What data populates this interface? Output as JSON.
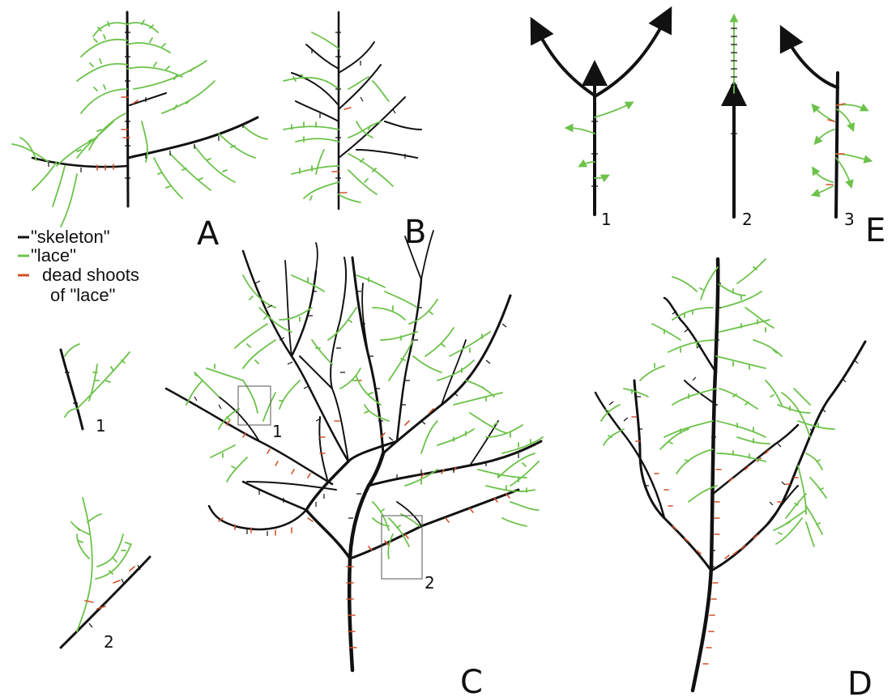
{
  "legend": {
    "items": [
      {
        "label": "\"skeleton\"",
        "color": "#111111"
      },
      {
        "label": "\"lace\"",
        "color": "#6cc24a"
      },
      {
        "label_line1": "dead shoots",
        "label_line2": "of \"lace\"",
        "color": "#d2522b"
      }
    ]
  },
  "panels": {
    "a": "A",
    "b": "B",
    "c": "C",
    "d": "D",
    "e": "E"
  },
  "sublabels": {
    "inset_1": "1",
    "inset_2": "2",
    "c_box_1": "1",
    "c_box_2": "2",
    "e_1": "1",
    "e_2": "2",
    "e_3": "3"
  },
  "colors": {
    "skeleton": "#111111",
    "lace": "#6cc24a",
    "dead": "#d2522b"
  }
}
